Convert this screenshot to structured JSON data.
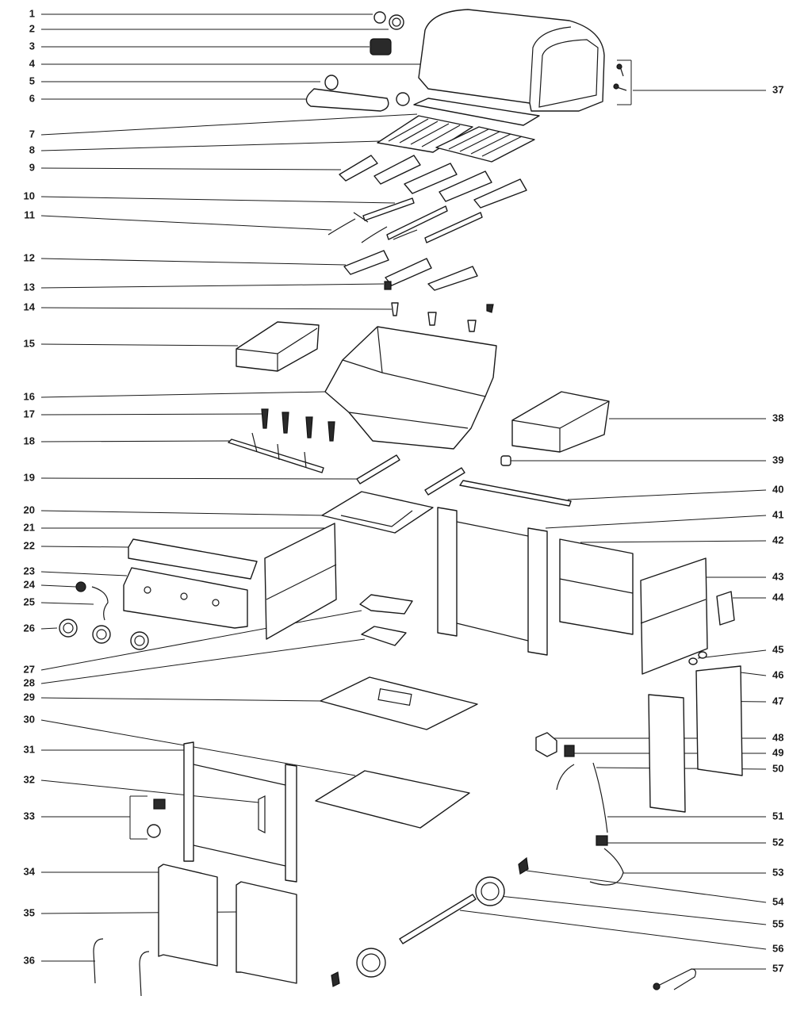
{
  "parts": [
    "1",
    "2",
    "3",
    "4",
    "5",
    "6",
    "7",
    "8",
    "9",
    "10",
    "11",
    "12",
    "13",
    "14",
    "15",
    "16",
    "17",
    "18",
    "19",
    "20",
    "21",
    "22",
    "23",
    "24",
    "25",
    "26",
    "27",
    "28",
    "29",
    "30",
    "31",
    "32",
    "33",
    "34",
    "35",
    "36",
    "37",
    "38",
    "39",
    "40",
    "41",
    "42",
    "43",
    "44",
    "45",
    "46",
    "47",
    "48",
    "49",
    "50",
    "51",
    "52",
    "53",
    "54",
    "55",
    "56",
    "57"
  ],
  "colors": {
    "line": "#1a1a1a",
    "background": "#ffffff"
  }
}
